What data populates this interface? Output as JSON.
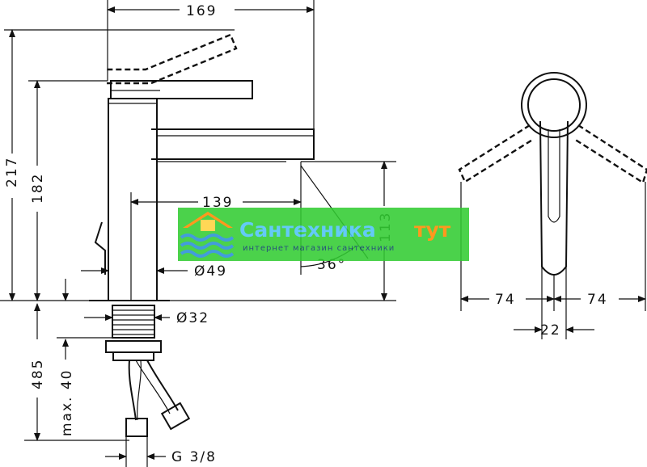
{
  "dimensions": {
    "width_top": "169",
    "height_total": "217",
    "height_body": "182",
    "spout_reach": "139",
    "spout_height": "113",
    "angle": "36°",
    "body_diameter": "Ø49",
    "shank_diameter": "Ø32",
    "under_length": "485",
    "max_thickness": "max. 40",
    "thread": "G 3/8",
    "side_left": "74",
    "side_right": "74",
    "handle_width": "22"
  },
  "watermark": {
    "brand_part1": "Сантехника",
    "brand_part2": "тут",
    "tagline": "интернет магазин сантехники",
    "colors": {
      "band": "#33cc33",
      "text_main": "#4fc3f7",
      "text_accent": "#ff8a00",
      "logo_roof": "#ff8a00",
      "logo_water": "#2a8fd8"
    }
  },
  "icons": [
    "house-water-logo"
  ]
}
